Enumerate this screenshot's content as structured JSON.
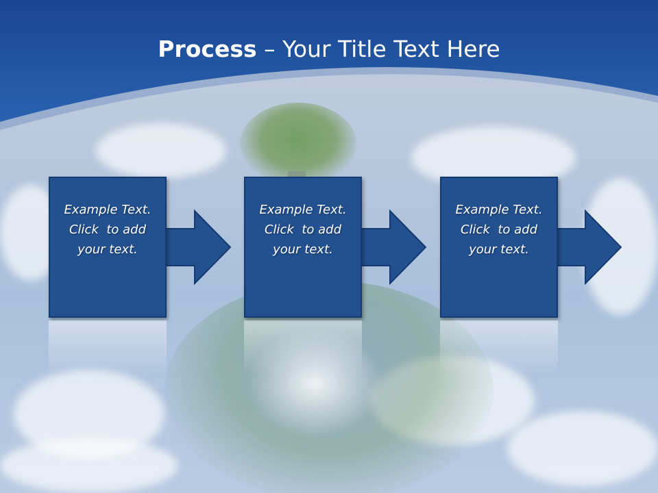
{
  "slide": {
    "title_bold": "Process",
    "title_rest": " – Your Title Text Here"
  },
  "steps": [
    {
      "line1": "Example Text.",
      "line2": "Click  to add",
      "line3": "your text."
    },
    {
      "line1": "Example Text.",
      "line2": "Click  to add",
      "line3": "your text."
    },
    {
      "line1": "Example Text.",
      "line2": "Click  to add",
      "line3": "your text."
    }
  ],
  "colors": {
    "header_blue": "#1f4f99",
    "box_fill": "#23508f",
    "box_border": "#143a70",
    "title_text": "#ffffff"
  },
  "icons": [
    "right-arrow-icon"
  ]
}
